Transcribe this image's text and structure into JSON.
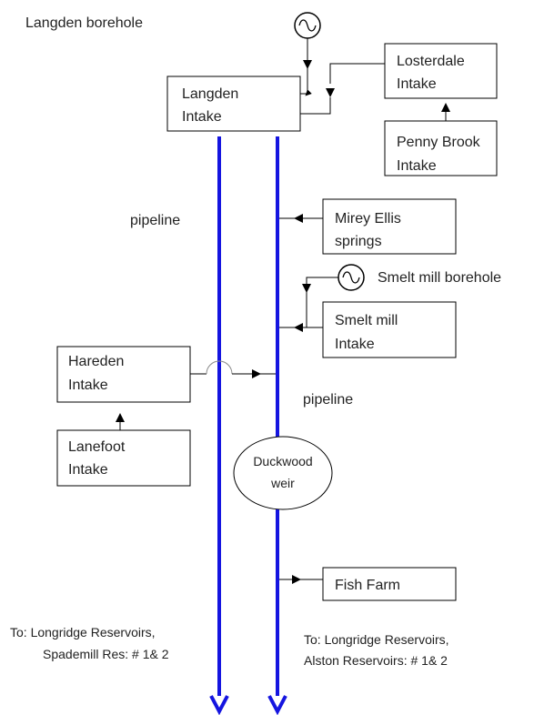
{
  "labels": {
    "langden_borehole": "Langden borehole",
    "langden_intake": [
      "Langden",
      "Intake"
    ],
    "losterdale_intake": [
      "Losterdale",
      "Intake"
    ],
    "penny_brook_intake": [
      "Penny Brook",
      "Intake"
    ],
    "pipeline_left": "pipeline",
    "mirey_ellis_springs": [
      "Mirey Ellis",
      "springs"
    ],
    "smelt_mill_borehole": "Smelt mill borehole",
    "smelt_mill_intake": [
      "Smelt mill",
      "Intake"
    ],
    "hareden_intake": [
      "Hareden",
      "Intake"
    ],
    "pipeline_right": "pipeline",
    "lanefoot_intake": [
      "Lanefoot",
      "Intake"
    ],
    "duckwood_weir": [
      "Duckwood",
      "weir"
    ],
    "fish_farm": "Fish Farm",
    "destination_left": [
      "To: Longridge Reservoirs,",
      "Spademill Res: # 1& 2"
    ],
    "destination_right": [
      "To: Longridge Reservoirs,",
      "Alston Reservoirs: # 1& 2"
    ]
  },
  "colors": {
    "pipeline": "#1515e0",
    "connector": "#000000",
    "crossover": "#8a8a8a"
  },
  "icons": {
    "borehole": "borehole-pump-icon"
  }
}
